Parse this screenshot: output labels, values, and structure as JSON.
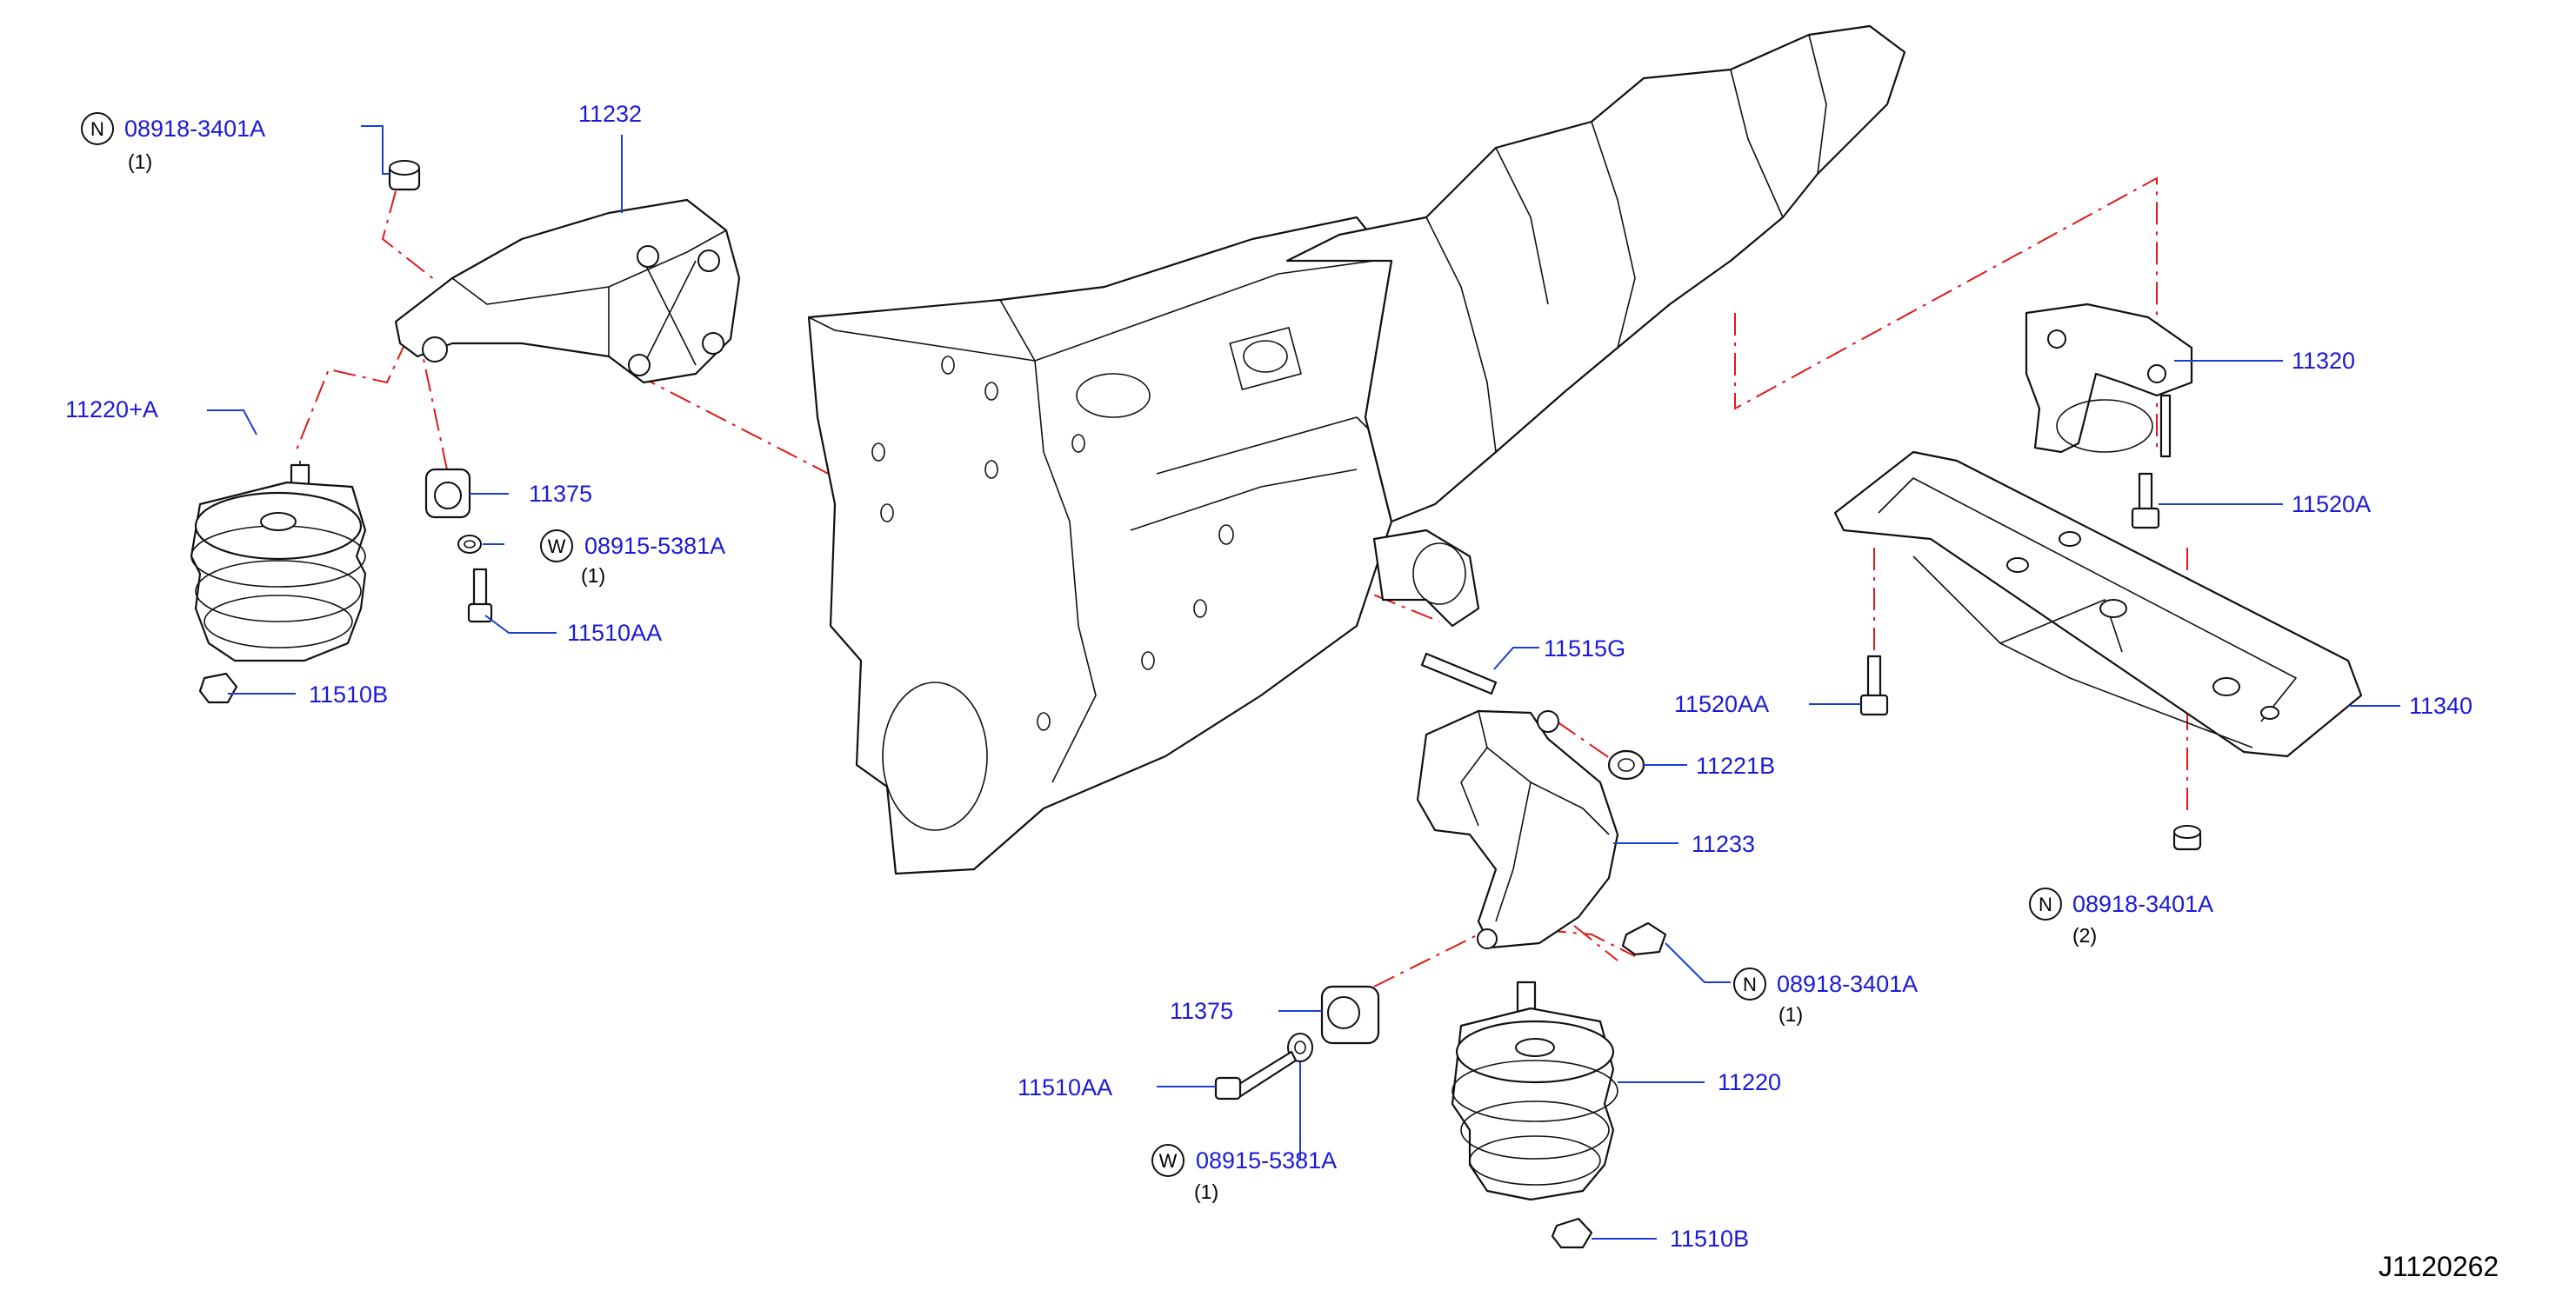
{
  "diagram_code": "J1120262",
  "parts": [
    {
      "id": "p-11232",
      "label": "11232"
    },
    {
      "id": "p-08918-top",
      "label": "08918-3401A",
      "badge": "N",
      "qty": "(1)"
    },
    {
      "id": "p-11220a",
      "label": "11220+A"
    },
    {
      "id": "p-11375-top",
      "label": "11375"
    },
    {
      "id": "p-08915-top",
      "label": "08915-5381A",
      "badge": "W",
      "qty": "(1)"
    },
    {
      "id": "p-11510aa-top",
      "label": "11510AA"
    },
    {
      "id": "p-11510b-top",
      "label": "11510B"
    },
    {
      "id": "p-11515g",
      "label": "11515G"
    },
    {
      "id": "p-11221b",
      "label": "11221B"
    },
    {
      "id": "p-11233",
      "label": "11233"
    },
    {
      "id": "p-08918-mid",
      "label": "08918-3401A",
      "badge": "N",
      "qty": "(1)"
    },
    {
      "id": "p-11375-bot",
      "label": "11375"
    },
    {
      "id": "p-11510aa-bot",
      "label": "11510AA"
    },
    {
      "id": "p-08915-bot",
      "label": "08915-5381A",
      "badge": "W",
      "qty": "(1)"
    },
    {
      "id": "p-11220",
      "label": "11220"
    },
    {
      "id": "p-11510b-bot",
      "label": "11510B"
    },
    {
      "id": "p-11320",
      "label": "11320"
    },
    {
      "id": "p-11520a",
      "label": "11520A"
    },
    {
      "id": "p-11520aa",
      "label": "11520AA"
    },
    {
      "id": "p-11340",
      "label": "11340"
    },
    {
      "id": "p-08918-right",
      "label": "08918-3401A",
      "badge": "N",
      "qty": "(2)"
    }
  ],
  "colors": {
    "label": "#1a1ad8",
    "leader": "#1a3fd0",
    "centerline": "#e01818",
    "ink": "#111111"
  }
}
